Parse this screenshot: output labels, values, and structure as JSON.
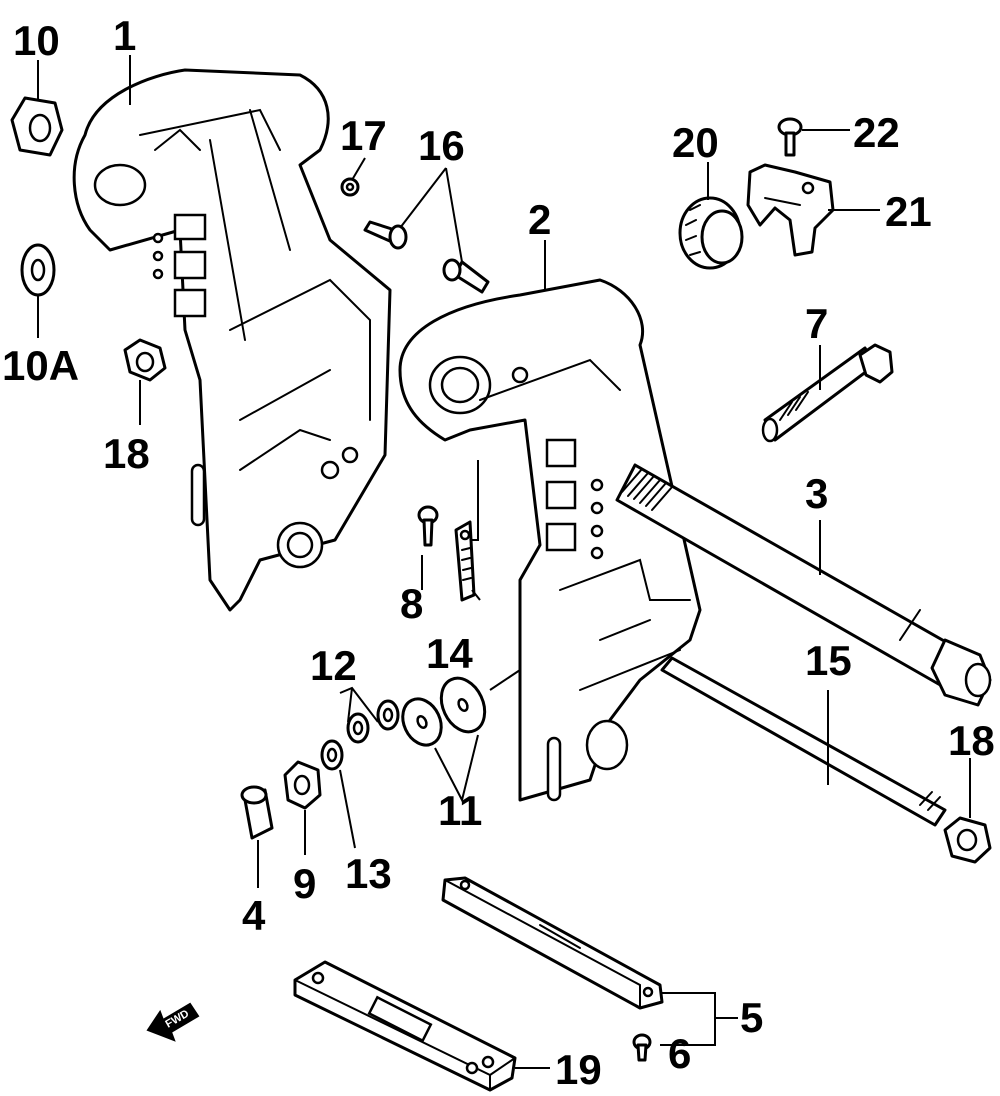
{
  "labels": {
    "p1": "1",
    "p2": "2",
    "p3": "3",
    "p4": "4",
    "p5": "5",
    "p6": "6",
    "p7": "7",
    "p8": "8",
    "p9": "9",
    "p10": "10",
    "p10a": "10A",
    "p11": "11",
    "p12": "12",
    "p13": "13",
    "p14": "14",
    "p15": "15",
    "p16": "16",
    "p17": "17",
    "p18a": "18",
    "p18b": "18",
    "p19": "19",
    "p20": "20",
    "p21": "21",
    "p22": "22"
  },
  "fwd_arrow": {
    "text": "FWD"
  },
  "colors": {
    "ink": "#000000",
    "paper": "#ffffff"
  }
}
